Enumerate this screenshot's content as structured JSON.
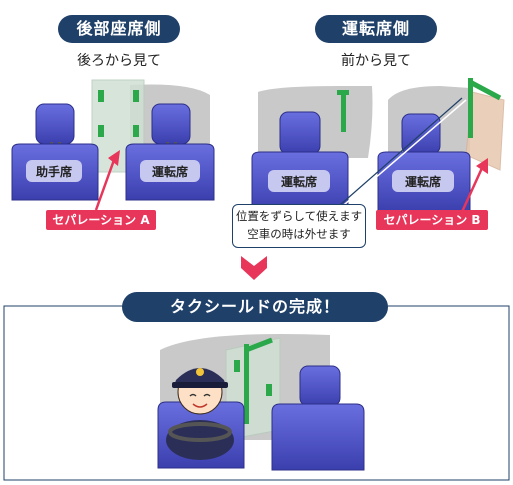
{
  "rear_view": {
    "title": "後部座席側",
    "subtitle": "後ろから見て",
    "seat_left": "助手席",
    "seat_right": "運転席",
    "separation_tag": "セパレーション A"
  },
  "front_view": {
    "title": "運転席側",
    "subtitle": "前から見て",
    "seat_left": "運転席",
    "seat_right": "運転席",
    "separation_tag": "セパレーション B",
    "note_line1": "位置をずらして使えます",
    "note_line2": "空車の時は外せます"
  },
  "result": {
    "title": "タクシールドの完成！"
  },
  "colors": {
    "navy": "#1f4068",
    "pink": "#e8355a",
    "seat": "#4a4fc4",
    "panel": "#d0ddd3",
    "clip": "#2aa84a"
  }
}
